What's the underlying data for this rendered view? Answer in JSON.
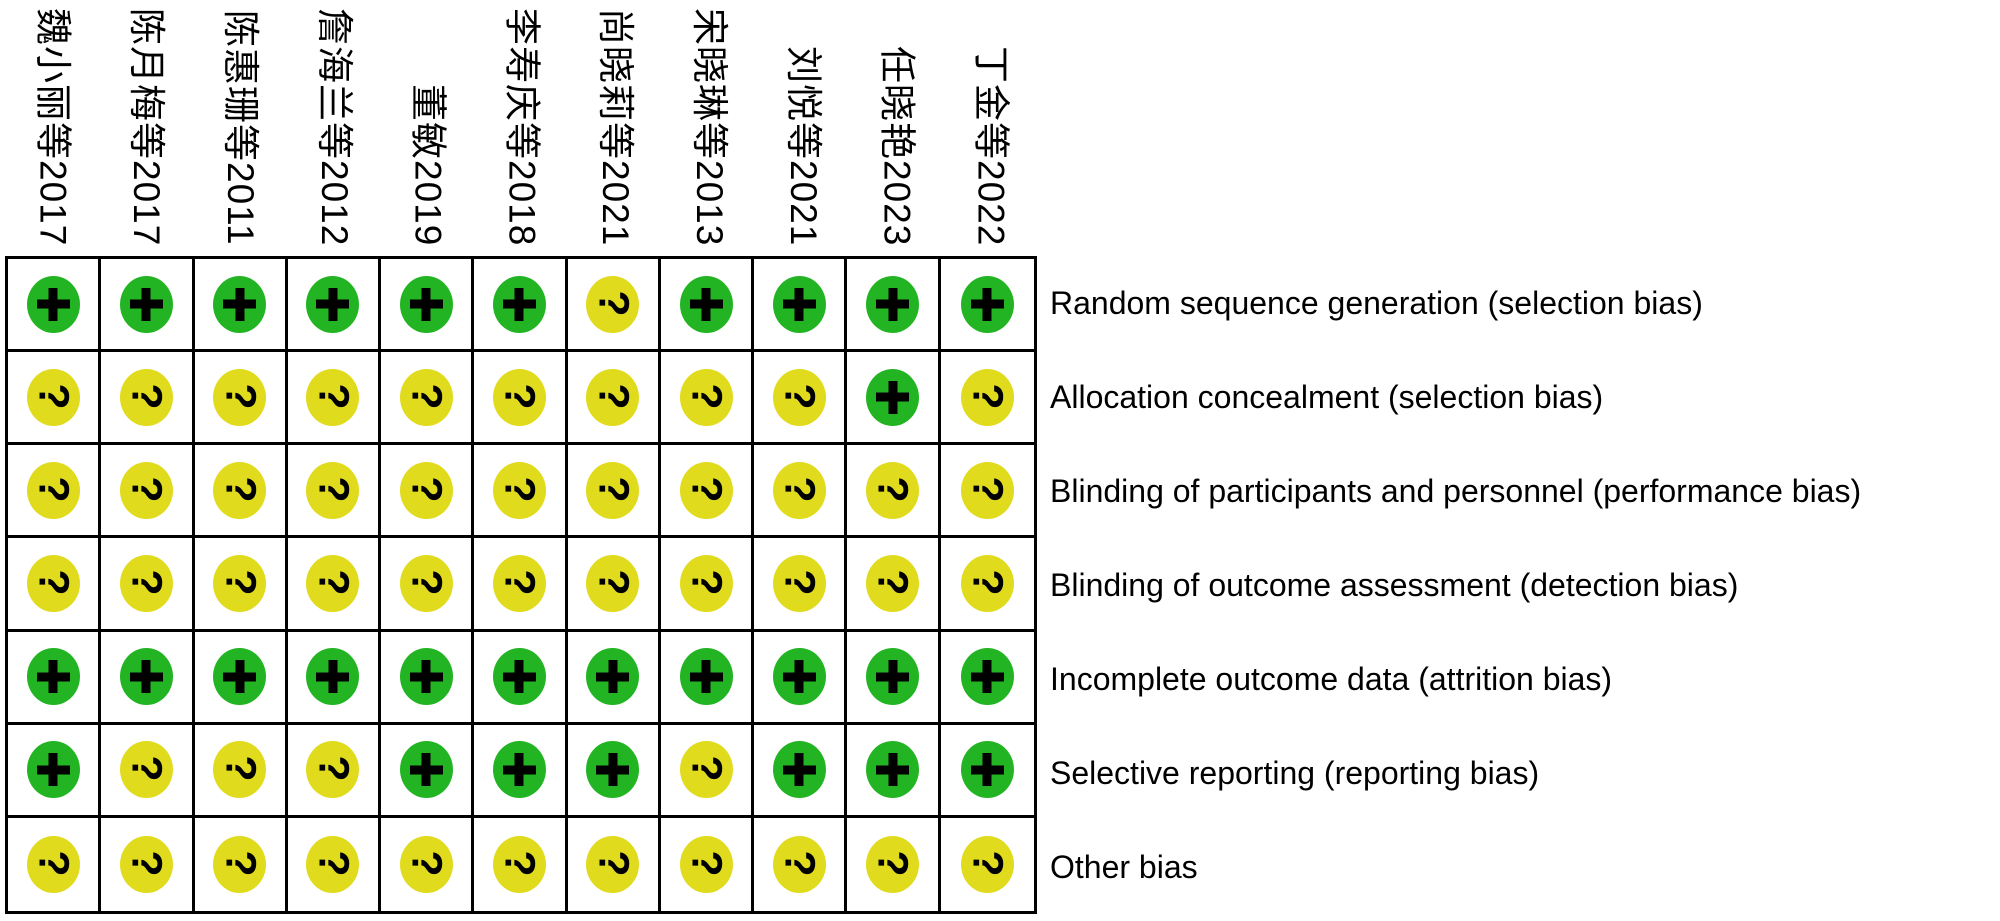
{
  "figure": {
    "studies": [
      "魏小丽等2017",
      "陈月梅等2017",
      "陈惠珊等2011",
      "詹海兰等2012",
      "董敏2019",
      "李寿庆等2018",
      "尚晓莉等2021",
      "宋晓琳等2013",
      "刘悦等2021",
      "任晓艳2023",
      "丁金等2022"
    ],
    "bias_domains": [
      {
        "label": "Random sequence generation (selection bias)",
        "judgements": [
          "+",
          "+",
          "+",
          "+",
          "+",
          "+",
          "?",
          "+",
          "+",
          "+",
          "+"
        ]
      },
      {
        "label": "Allocation concealment (selection bias)",
        "judgements": [
          "?",
          "?",
          "?",
          "?",
          "?",
          "?",
          "?",
          "?",
          "?",
          "+",
          "?"
        ]
      },
      {
        "label": "Blinding of participants and personnel (performance bias)",
        "judgements": [
          "?",
          "?",
          "?",
          "?",
          "?",
          "?",
          "?",
          "?",
          "?",
          "?",
          "?"
        ]
      },
      {
        "label": "Blinding of outcome assessment (detection bias)",
        "judgements": [
          "?",
          "?",
          "?",
          "?",
          "?",
          "?",
          "?",
          "?",
          "?",
          "?",
          "?"
        ]
      },
      {
        "label": "Incomplete outcome data (attrition bias)",
        "judgements": [
          "+",
          "+",
          "+",
          "+",
          "+",
          "+",
          "+",
          "+",
          "+",
          "+",
          "+"
        ]
      },
      {
        "label": "Selective reporting (reporting bias)",
        "judgements": [
          "+",
          "?",
          "?",
          "?",
          "+",
          "+",
          "+",
          "?",
          "+",
          "+",
          "+"
        ]
      },
      {
        "label": "Other bias",
        "judgements": [
          "?",
          "?",
          "?",
          "?",
          "?",
          "?",
          "?",
          "?",
          "?",
          "?",
          "?"
        ]
      }
    ],
    "symbols": {
      "low_risk": "+",
      "unclear_risk": "?"
    },
    "colors": {
      "low_risk": "#23B423",
      "unclear_risk": "#E1DB1E",
      "symbol": "#000000",
      "grid_line": "#000000",
      "background": "#FFFFFF"
    }
  },
  "chart_data": {
    "type": "heatmap",
    "title": "",
    "columns": [
      "魏小丽等2017",
      "陈月梅等2017",
      "陈惠珊等2011",
      "詹海兰等2012",
      "董敏2019",
      "李寿庆等2018",
      "尚晓莉等2021",
      "宋晓琳等2013",
      "刘悦等2021",
      "任晓艳2023",
      "丁金等2022"
    ],
    "rows": [
      "Random sequence generation (selection bias)",
      "Allocation concealment (selection bias)",
      "Blinding of participants and personnel (performance bias)",
      "Blinding of outcome assessment (detection bias)",
      "Incomplete outcome data (attrition bias)",
      "Selective reporting (reporting bias)",
      "Other bias"
    ],
    "values": [
      [
        "+",
        "+",
        "+",
        "+",
        "+",
        "+",
        "?",
        "+",
        "+",
        "+",
        "+"
      ],
      [
        "?",
        "?",
        "?",
        "?",
        "?",
        "?",
        "?",
        "?",
        "?",
        "+",
        "?"
      ],
      [
        "?",
        "?",
        "?",
        "?",
        "?",
        "?",
        "?",
        "?",
        "?",
        "?",
        "?"
      ],
      [
        "?",
        "?",
        "?",
        "?",
        "?",
        "?",
        "?",
        "?",
        "?",
        "?",
        "?"
      ],
      [
        "+",
        "+",
        "+",
        "+",
        "+",
        "+",
        "+",
        "+",
        "+",
        "+",
        "+"
      ],
      [
        "+",
        "?",
        "?",
        "?",
        "+",
        "+",
        "+",
        "?",
        "+",
        "+",
        "+"
      ],
      [
        "?",
        "?",
        "?",
        "?",
        "?",
        "?",
        "?",
        "?",
        "?",
        "?",
        "?"
      ]
    ],
    "cell_colors": {
      "+": "#23B423",
      "?": "#E1DB1E"
    },
    "grid": true,
    "legend_position": "none",
    "column_labels_rotation_deg": 90,
    "row_labels_position": "right"
  }
}
